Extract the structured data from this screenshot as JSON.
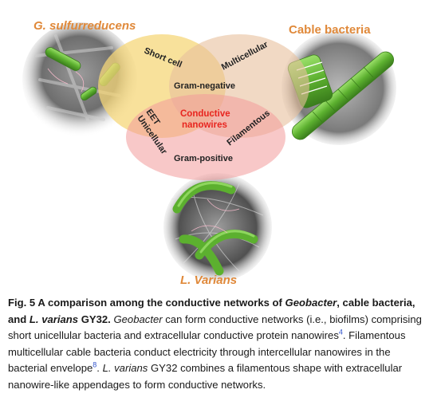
{
  "figure": {
    "organisms": {
      "geobacter": "G. sulfurreducens",
      "cable": "Cable bacteria",
      "varians": "L. Varians"
    },
    "venn_labels": {
      "short_cell": "Short cell",
      "multicellular": "Multicellular",
      "gram_negative": "Gram-negative",
      "conductive": "Conductive",
      "nanowires": "nanowires",
      "eet": "EET",
      "unicellular": "Unicellular",
      "filamentous": "Filamentous",
      "gram_positive": "Gram-positive"
    },
    "colors": {
      "label_orange": "#e0893a",
      "center_red": "#e8251f",
      "circle_yellow": "#f6d77a",
      "circle_tan": "#e8bf9c",
      "circle_pink": "#f29a9a",
      "bacteria_green": "#6bbf3a"
    }
  },
  "caption": {
    "title_bold_1": "Fig. 5 A comparison among the conductive networks of ",
    "title_bold_geobacter": "Geobacter",
    "title_bold_2": ", cable bacteria, and ",
    "title_bold_lvarians": "L. varians",
    "title_bold_3": " GY32.",
    "geobacter": "Geobacter",
    "text_1": " can form conductive networks (i.e., biofilms) comprising short unicellular bacteria and extracellular conductive protein nanowires",
    "ref_1": "4",
    "text_2": ". Filamentous multicellular cable bacteria conduct electricity through intercellular nanowires in the bacterial envelope",
    "ref_2": "8",
    "text_3": ". ",
    "lvarians": "L. varians",
    "text_4": " GY32 combines a filamentous shape with extracellular nanowire-like appendages to form conductive networks."
  }
}
